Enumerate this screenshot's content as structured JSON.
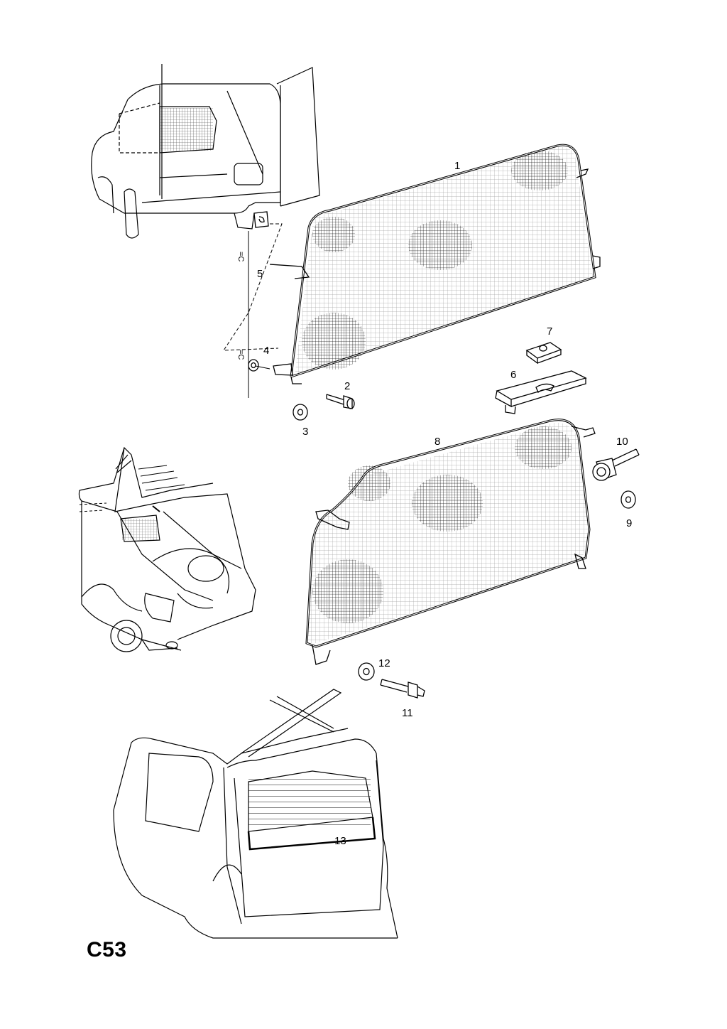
{
  "page_code": "C53",
  "callouts": {
    "c1": "1",
    "c2": "2",
    "c3": "3",
    "c4": "4",
    "c5": "5",
    "c6": "6",
    "c7": "7",
    "c8": "8",
    "c9": "9",
    "c10": "10",
    "c11": "11",
    "c12": "12",
    "c13": "13"
  },
  "colors": {
    "line": "#000000",
    "mesh": "#000000",
    "background": "#ffffff"
  }
}
